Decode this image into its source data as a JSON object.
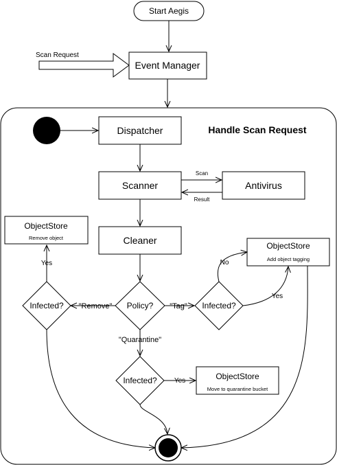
{
  "diagram": {
    "start": "Start Aegis",
    "input_label": "Scan Request",
    "event_manager": "Event Manager",
    "group_title": "Handle Scan Request",
    "dispatcher": "Dispatcher",
    "scanner": "Scanner",
    "antivirus": "Antivirus",
    "scan_label": "Scan",
    "result_label": "Result",
    "cleaner": "Cleaner",
    "policy": "Policy?",
    "infected_remove": "Infected?",
    "infected_tag": "Infected?",
    "infected_quarantine": "Infected?",
    "remove_label": "\"Remove\"",
    "tag_label": "\"Tag\"",
    "quarantine_label": "\"Quarantine\"",
    "store_remove": {
      "title": "ObjectStore",
      "subtitle": "Remove object"
    },
    "store_tag": {
      "title": "ObjectStore",
      "subtitle": "Add object tagging"
    },
    "store_quarantine": {
      "title": "ObjectStore",
      "subtitle": "Move to quarantine bucket"
    },
    "yes_remove": "Yes",
    "no_tag": "No",
    "yes_tag": "Yes",
    "yes_quarantine": "Yes"
  }
}
